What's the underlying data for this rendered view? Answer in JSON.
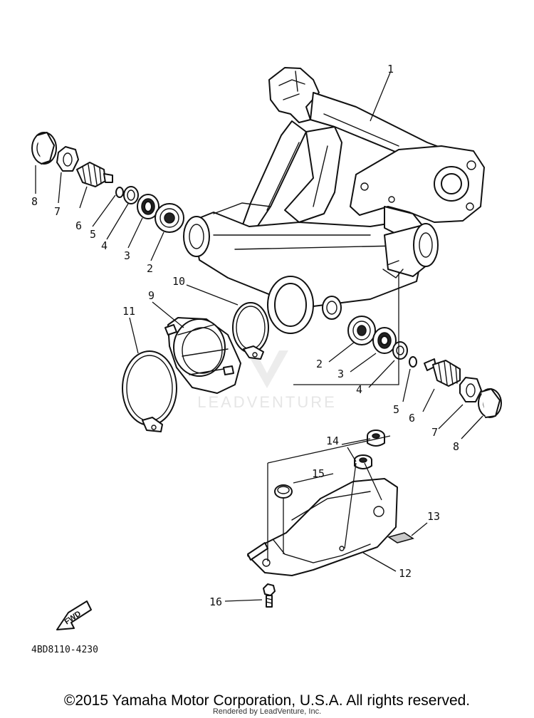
{
  "watermark": "LEADVENTURE",
  "diagram_code": "4BD8110-4230",
  "fwd_label": "FWD",
  "copyright": "©2015 Yamaha Motor Corporation, U.S.A. All rights reserved.",
  "rendered_by": "Rendered by LeadVenture, Inc.",
  "callouts": {
    "n1": "1",
    "n2a": "2",
    "n2b": "2",
    "n3a": "3",
    "n3b": "3",
    "n4a": "4",
    "n4b": "4",
    "n5a": "5",
    "n5b": "5",
    "n6a": "6",
    "n6b": "6",
    "n7a": "7",
    "n7b": "7",
    "n8a": "8",
    "n8b": "8",
    "n9": "9",
    "n10": "10",
    "n11": "11",
    "n12": "12",
    "n13": "13",
    "n14": "14",
    "n15": "15",
    "n16": "16"
  }
}
